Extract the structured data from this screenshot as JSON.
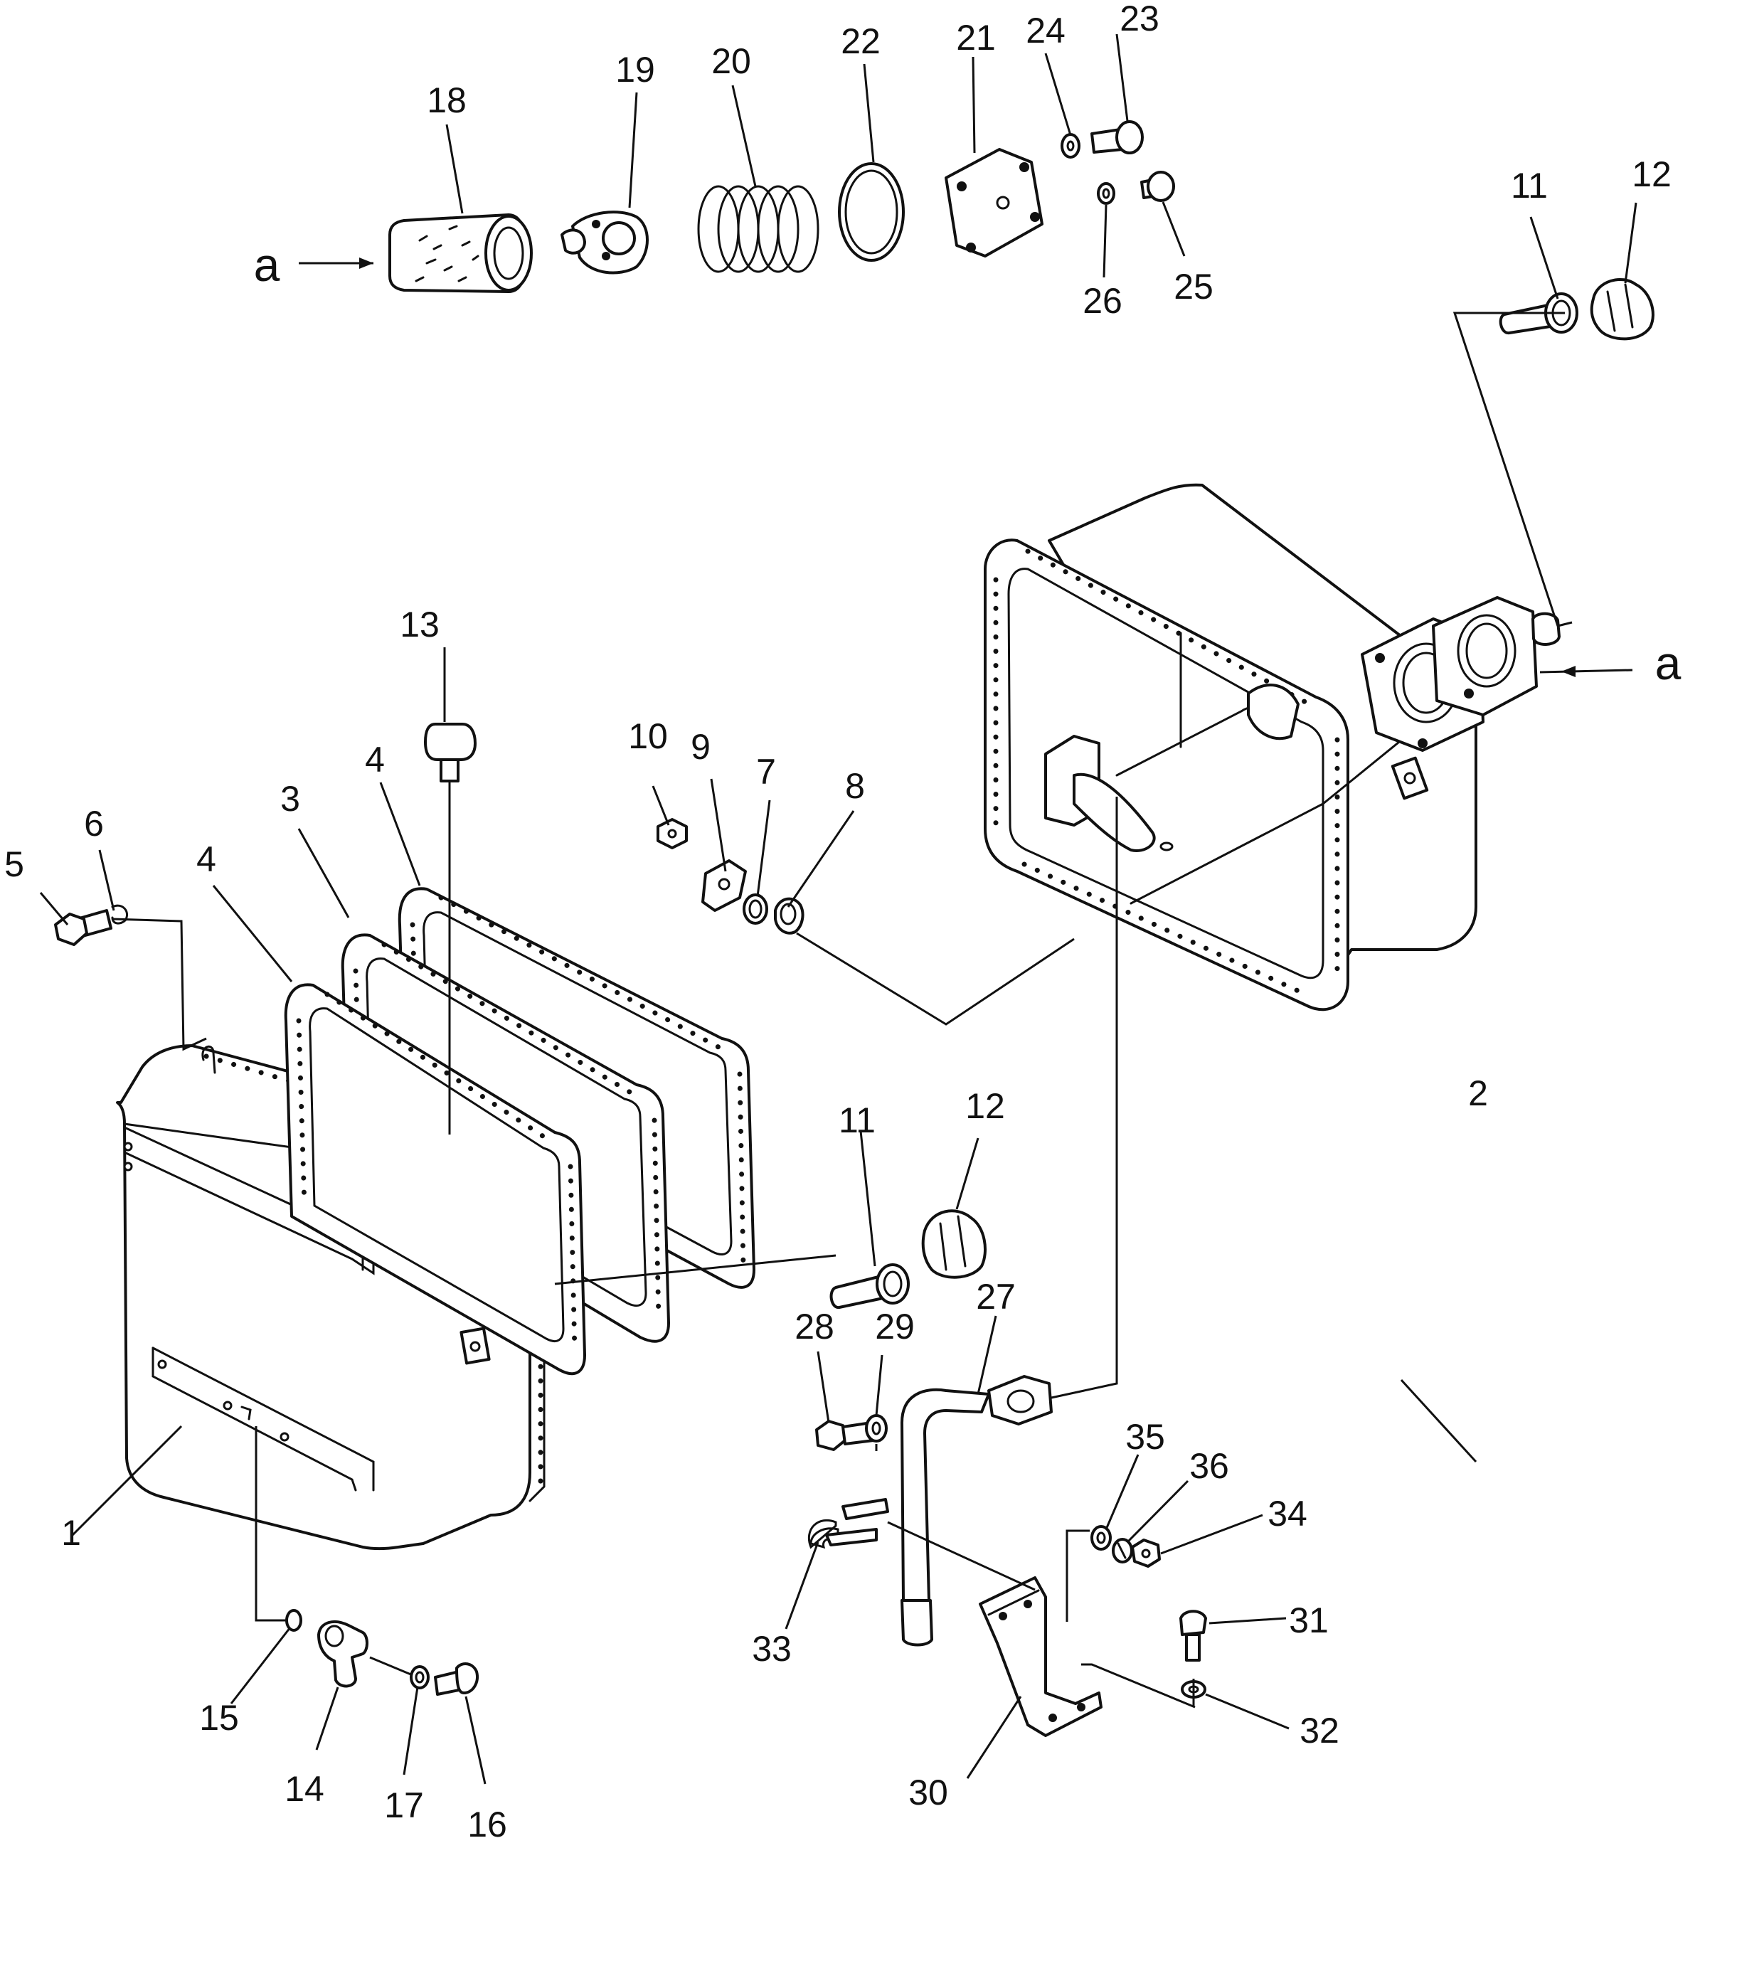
{
  "diagram": {
    "callouts": [
      "1",
      "2",
      "3",
      "4",
      "4",
      "5",
      "6",
      "7",
      "8",
      "9",
      "10",
      "11",
      "12",
      "11",
      "12",
      "13",
      "14",
      "15",
      "16",
      "17",
      "18",
      "19",
      "20",
      "21",
      "22",
      "23",
      "24",
      "25",
      "26",
      "27",
      "28",
      "29",
      "30",
      "31",
      "32",
      "33",
      "34",
      "35",
      "36"
    ],
    "connectors": {
      "left": "a",
      "right": "a"
    }
  }
}
